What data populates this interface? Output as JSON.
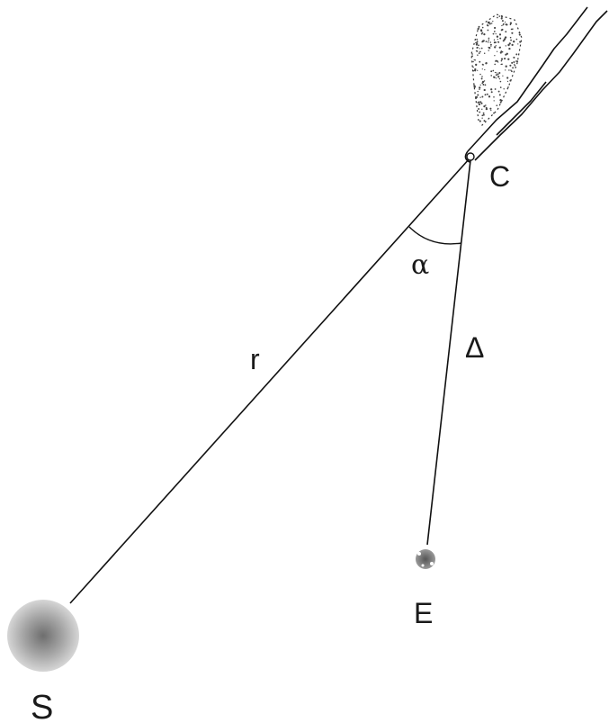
{
  "diagram": {
    "labels": {
      "sun": "S",
      "comet": "C",
      "earth": "E",
      "sun_comet_distance": "r",
      "earth_comet_distance": "Δ",
      "phase_angle": "α"
    },
    "colors": {
      "line": "#111111",
      "sun_core": "#6e6e6e",
      "sun_edge": "#d0d0d0",
      "earth": "#7a7a7a",
      "coma_dots": "#444444"
    }
  }
}
